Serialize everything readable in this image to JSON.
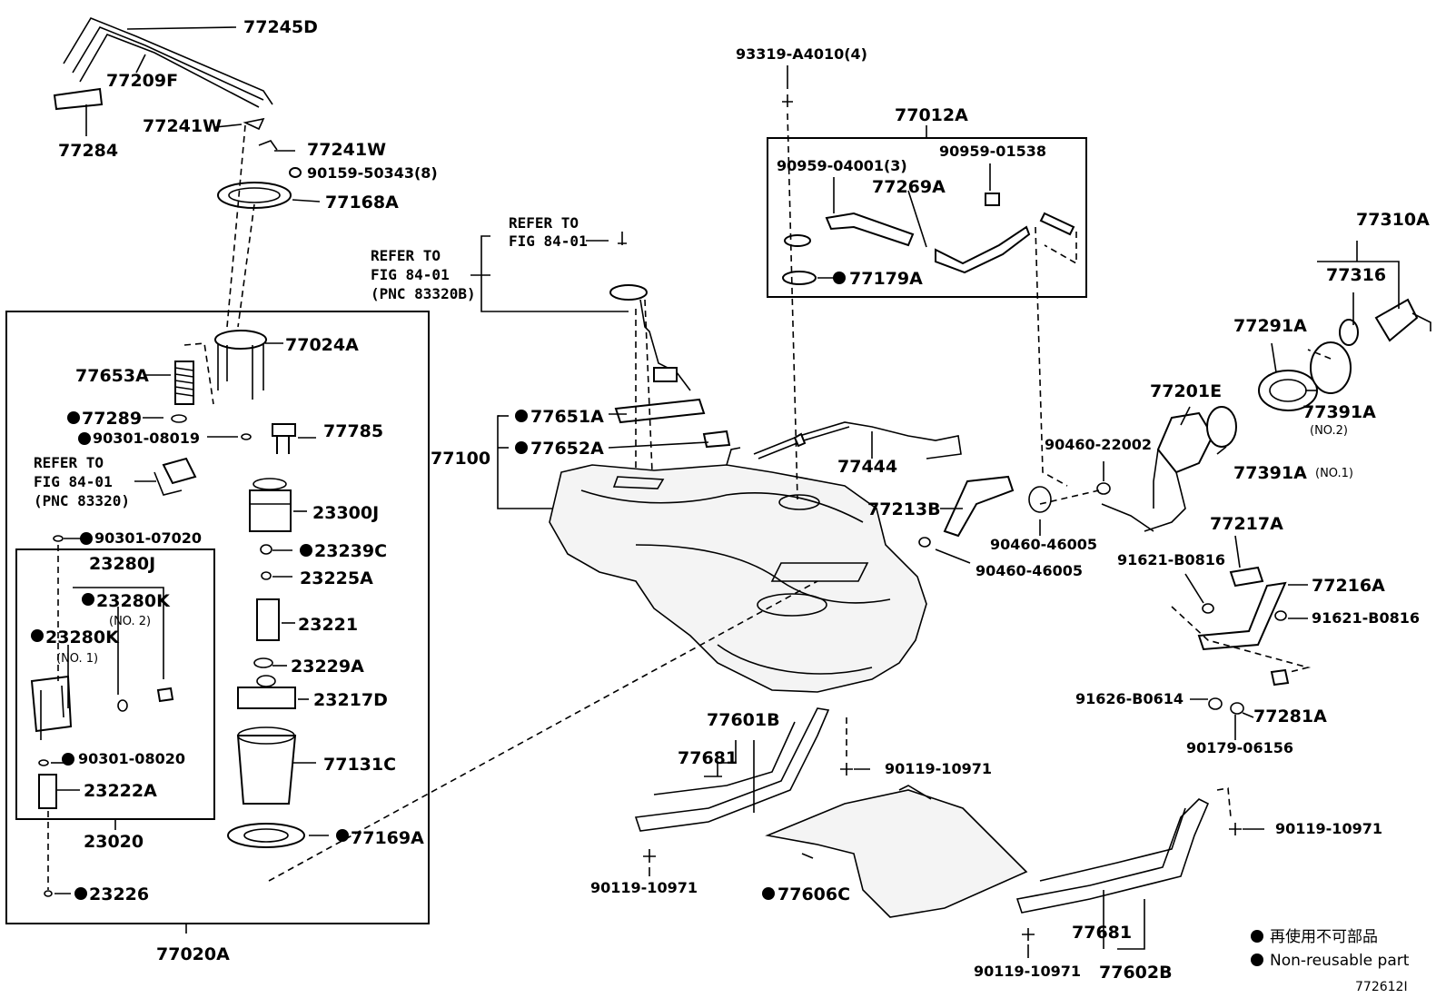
{
  "diagram_id": "772612I",
  "legend": {
    "japanese": "再使用不可部品",
    "english": "Non-reusable part"
  },
  "refs": {
    "ref_a": [
      "REFER TO",
      "FIG 84-01"
    ],
    "ref_b": [
      "REFER TO",
      "FIG 84-01",
      "(PNC 83320B)"
    ],
    "ref_c": [
      "REFER TO",
      "FIG 84-01",
      "(PNC 83320)"
    ]
  },
  "labels": [
    {
      "id": "p77245D",
      "text": "77245D",
      "size": "part"
    },
    {
      "id": "p77209F",
      "text": "77209F",
      "size": "part"
    },
    {
      "id": "p77284",
      "text": "77284",
      "size": "part"
    },
    {
      "id": "p77241W_a",
      "text": "77241W",
      "size": "part"
    },
    {
      "id": "p77241W_b",
      "text": "77241W",
      "size": "part"
    },
    {
      "id": "p90159",
      "text": "90159-50343(8)",
      "size": "partsm"
    },
    {
      "id": "p77168A",
      "text": "77168A",
      "size": "part"
    },
    {
      "id": "p77024A",
      "text": "77024A",
      "size": "part"
    },
    {
      "id": "p77653A",
      "text": "77653A",
      "size": "part"
    },
    {
      "id": "p77289",
      "text": "77289",
      "size": "part"
    },
    {
      "id": "p90301_08019",
      "text": "90301-08019",
      "size": "partsm"
    },
    {
      "id": "p77785",
      "text": "77785",
      "size": "part"
    },
    {
      "id": "p23300J",
      "text": "23300J",
      "size": "part"
    },
    {
      "id": "p90301_07020",
      "text": "90301-07020",
      "size": "partsm"
    },
    {
      "id": "p23239C",
      "text": "23239C",
      "size": "part"
    },
    {
      "id": "p23280J",
      "text": "23280J",
      "size": "part"
    },
    {
      "id": "p23225A",
      "text": "23225A",
      "size": "part"
    },
    {
      "id": "p23280K_2",
      "text": "23280K",
      "size": "part"
    },
    {
      "id": "p_no2",
      "text": "(NO. 2)",
      "size": "note"
    },
    {
      "id": "p23280K_1",
      "text": "23280K",
      "size": "part"
    },
    {
      "id": "p_no1",
      "text": "(NO. 1)",
      "size": "note"
    },
    {
      "id": "p23221",
      "text": "23221",
      "size": "part"
    },
    {
      "id": "p23229A",
      "text": "23229A",
      "size": "part"
    },
    {
      "id": "p23217D",
      "text": "23217D",
      "size": "part"
    },
    {
      "id": "p90301_08020",
      "text": "90301-08020",
      "size": "partsm"
    },
    {
      "id": "p77131C",
      "text": "77131C",
      "size": "part"
    },
    {
      "id": "p23222A",
      "text": "23222A",
      "size": "part"
    },
    {
      "id": "p23020",
      "text": "23020",
      "size": "part"
    },
    {
      "id": "p77169A",
      "text": "77169A",
      "size": "part"
    },
    {
      "id": "p23226",
      "text": "23226",
      "size": "part"
    },
    {
      "id": "p77020A",
      "text": "77020A",
      "size": "part"
    },
    {
      "id": "p93319",
      "text": "93319-A4010(4)",
      "size": "partsm"
    },
    {
      "id": "p77012A",
      "text": "77012A",
      "size": "part"
    },
    {
      "id": "p90959_04001",
      "text": "90959-04001(3)",
      "size": "partsm"
    },
    {
      "id": "p90959_01538",
      "text": "90959-01538",
      "size": "partsm"
    },
    {
      "id": "p77269A",
      "text": "77269A",
      "size": "part"
    },
    {
      "id": "p77179A",
      "text": "77179A",
      "size": "part"
    },
    {
      "id": "p77651A",
      "text": "77651A",
      "size": "part"
    },
    {
      "id": "p77100",
      "text": "77100",
      "size": "part"
    },
    {
      "id": "p77652A",
      "text": "77652A",
      "size": "part"
    },
    {
      "id": "p77444",
      "text": "77444",
      "size": "part"
    },
    {
      "id": "p77213B",
      "text": "77213B",
      "size": "part"
    },
    {
      "id": "p90460_46005_a",
      "text": "90460-46005",
      "size": "partsm"
    },
    {
      "id": "p90460_46005_b",
      "text": "90460-46005",
      "size": "partsm"
    },
    {
      "id": "p90460_22002",
      "text": "90460-22002",
      "size": "partsm"
    },
    {
      "id": "p77201E",
      "text": "77201E",
      "size": "part"
    },
    {
      "id": "p77291A",
      "text": "77291A",
      "size": "part"
    },
    {
      "id": "p77316",
      "text": "77316",
      "size": "part"
    },
    {
      "id": "p77310A",
      "text": "77310A",
      "size": "part"
    },
    {
      "id": "p77391A_2",
      "text": "77391A",
      "size": "part"
    },
    {
      "id": "p77391A_2n",
      "text": "(NO.2)",
      "size": "note"
    },
    {
      "id": "p77391A_1",
      "text": "77391A",
      "size": "part"
    },
    {
      "id": "p77391A_1n",
      "text": "(NO.1)",
      "size": "note"
    },
    {
      "id": "p77217A",
      "text": "77217A",
      "size": "part"
    },
    {
      "id": "p91621_a",
      "text": "91621-B0816",
      "size": "partsm"
    },
    {
      "id": "p77216A",
      "text": "77216A",
      "size": "part"
    },
    {
      "id": "p91621_b",
      "text": "91621-B0816",
      "size": "partsm"
    },
    {
      "id": "p91626",
      "text": "91626-B0614",
      "size": "partsm"
    },
    {
      "id": "p77281A",
      "text": "77281A",
      "size": "part"
    },
    {
      "id": "p90179",
      "text": "90179-06156",
      "size": "partsm"
    },
    {
      "id": "p77601B",
      "text": "77601B",
      "size": "part"
    },
    {
      "id": "p77681_a",
      "text": "77681",
      "size": "part"
    },
    {
      "id": "p90119_a",
      "text": "90119-10971",
      "size": "partsm"
    },
    {
      "id": "p90119_b",
      "text": "90119-10971",
      "size": "partsm"
    },
    {
      "id": "p77606C",
      "text": "77606C",
      "size": "part"
    },
    {
      "id": "p90119_c",
      "text": "90119-10971",
      "size": "partsm"
    },
    {
      "id": "p77681_b",
      "text": "77681",
      "size": "part"
    },
    {
      "id": "p90119_d",
      "text": "90119-10971",
      "size": "partsm"
    },
    {
      "id": "p77602B",
      "text": "77602B",
      "size": "part"
    }
  ]
}
